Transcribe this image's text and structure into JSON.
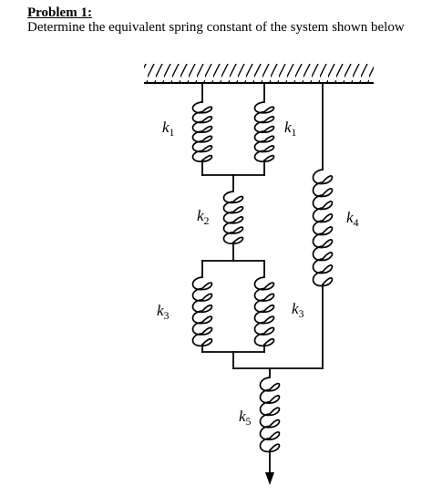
{
  "problem": {
    "title": "Problem 1:",
    "statement": "Determine the equivalent spring constant of the system shown below"
  },
  "springs": [
    {
      "id": "k1-left",
      "symbol": "k",
      "subscript": "1"
    },
    {
      "id": "k1-right",
      "symbol": "k",
      "subscript": "1"
    },
    {
      "id": "k2",
      "symbol": "k",
      "subscript": "2"
    },
    {
      "id": "k3-left",
      "symbol": "k",
      "subscript": "3"
    },
    {
      "id": "k3-right",
      "symbol": "k",
      "subscript": "3"
    },
    {
      "id": "k4",
      "symbol": "k",
      "subscript": "4"
    },
    {
      "id": "k5",
      "symbol": "k",
      "subscript": "5"
    }
  ]
}
